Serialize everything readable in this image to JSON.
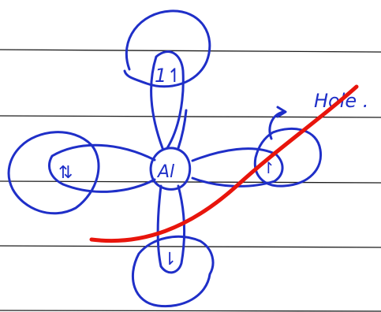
{
  "diagram": {
    "center_label": "Al",
    "hole_label": "Hole .",
    "lobe_labels": {
      "top": "1↿",
      "left": "⇅",
      "bottom": "⇂",
      "right": "↾"
    },
    "colors": {
      "paper": "#ffffff",
      "ruling": "#1c1c1c",
      "ink": "#1f2fc8",
      "strike": "#e8150c"
    }
  }
}
